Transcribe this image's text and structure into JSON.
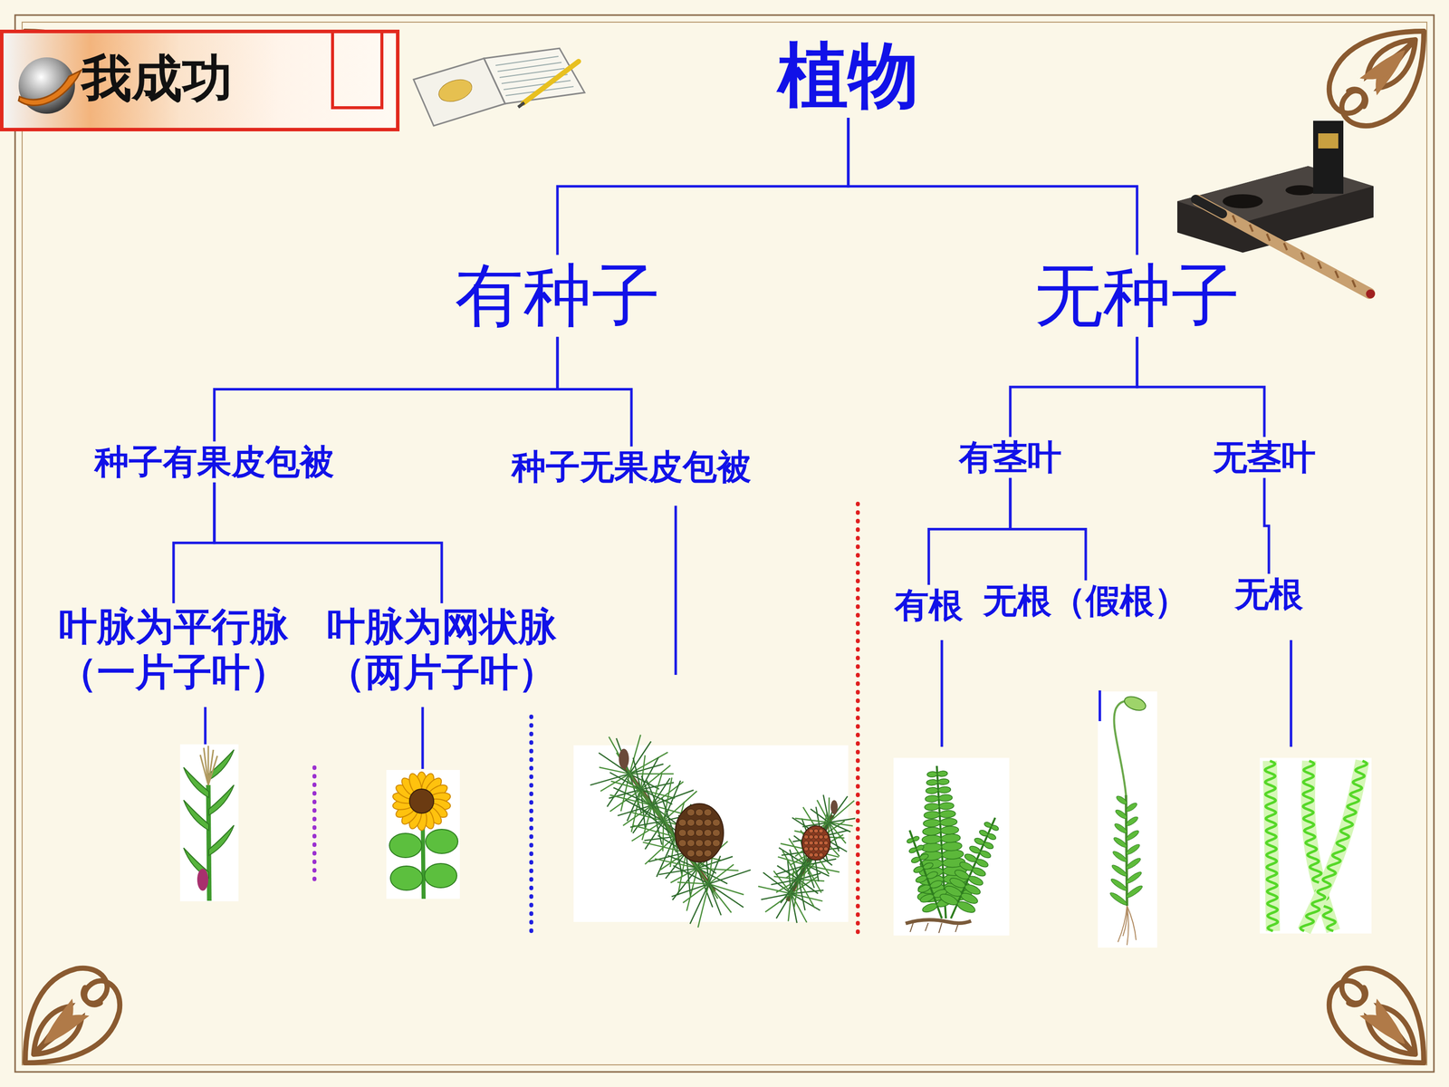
{
  "diagram": {
    "title": "我成功",
    "nodes": [
      {
        "text": [
          "植物"
        ]
      },
      {
        "text": [
          "有种子"
        ]
      },
      {
        "text": [
          "无种子"
        ]
      },
      {
        "text": [
          "种子有果皮包被"
        ]
      },
      {
        "text": [
          "种子无果皮包被"
        ]
      },
      {
        "text": [
          "有茎叶"
        ]
      },
      {
        "text": [
          "无茎叶"
        ]
      },
      {
        "text": [
          "叶脉为平行脉 （一片子叶）"
        ]
      },
      {
        "text": [
          "叶脉为网状脉 （两片子叶）"
        ]
      },
      {
        "text": [
          "有根"
        ]
      },
      {
        "text": [
          "无根（假根）"
        ]
      },
      {
        "text": [
          "无根"
        ]
      }
    ],
    "edges": [
      {
        "from": 0,
        "to": 1,
        "arrow": "none"
      },
      {
        "from": 0,
        "to": 2,
        "arrow": "none"
      },
      {
        "from": 1,
        "to": 3,
        "arrow": "none"
      },
      {
        "from": 1,
        "to": 4,
        "arrow": "none"
      },
      {
        "from": 2,
        "to": 5,
        "arrow": "none"
      },
      {
        "from": 2,
        "to": 6,
        "arrow": "none"
      },
      {
        "from": 3,
        "to": 7,
        "arrow": "none"
      },
      {
        "from": 3,
        "to": 8,
        "arrow": "none"
      },
      {
        "from": 5,
        "to": 9,
        "arrow": "none"
      },
      {
        "from": 5,
        "to": 10,
        "arrow": "none"
      },
      {
        "from": 6,
        "to": 11,
        "arrow": "none"
      }
    ]
  }
}
